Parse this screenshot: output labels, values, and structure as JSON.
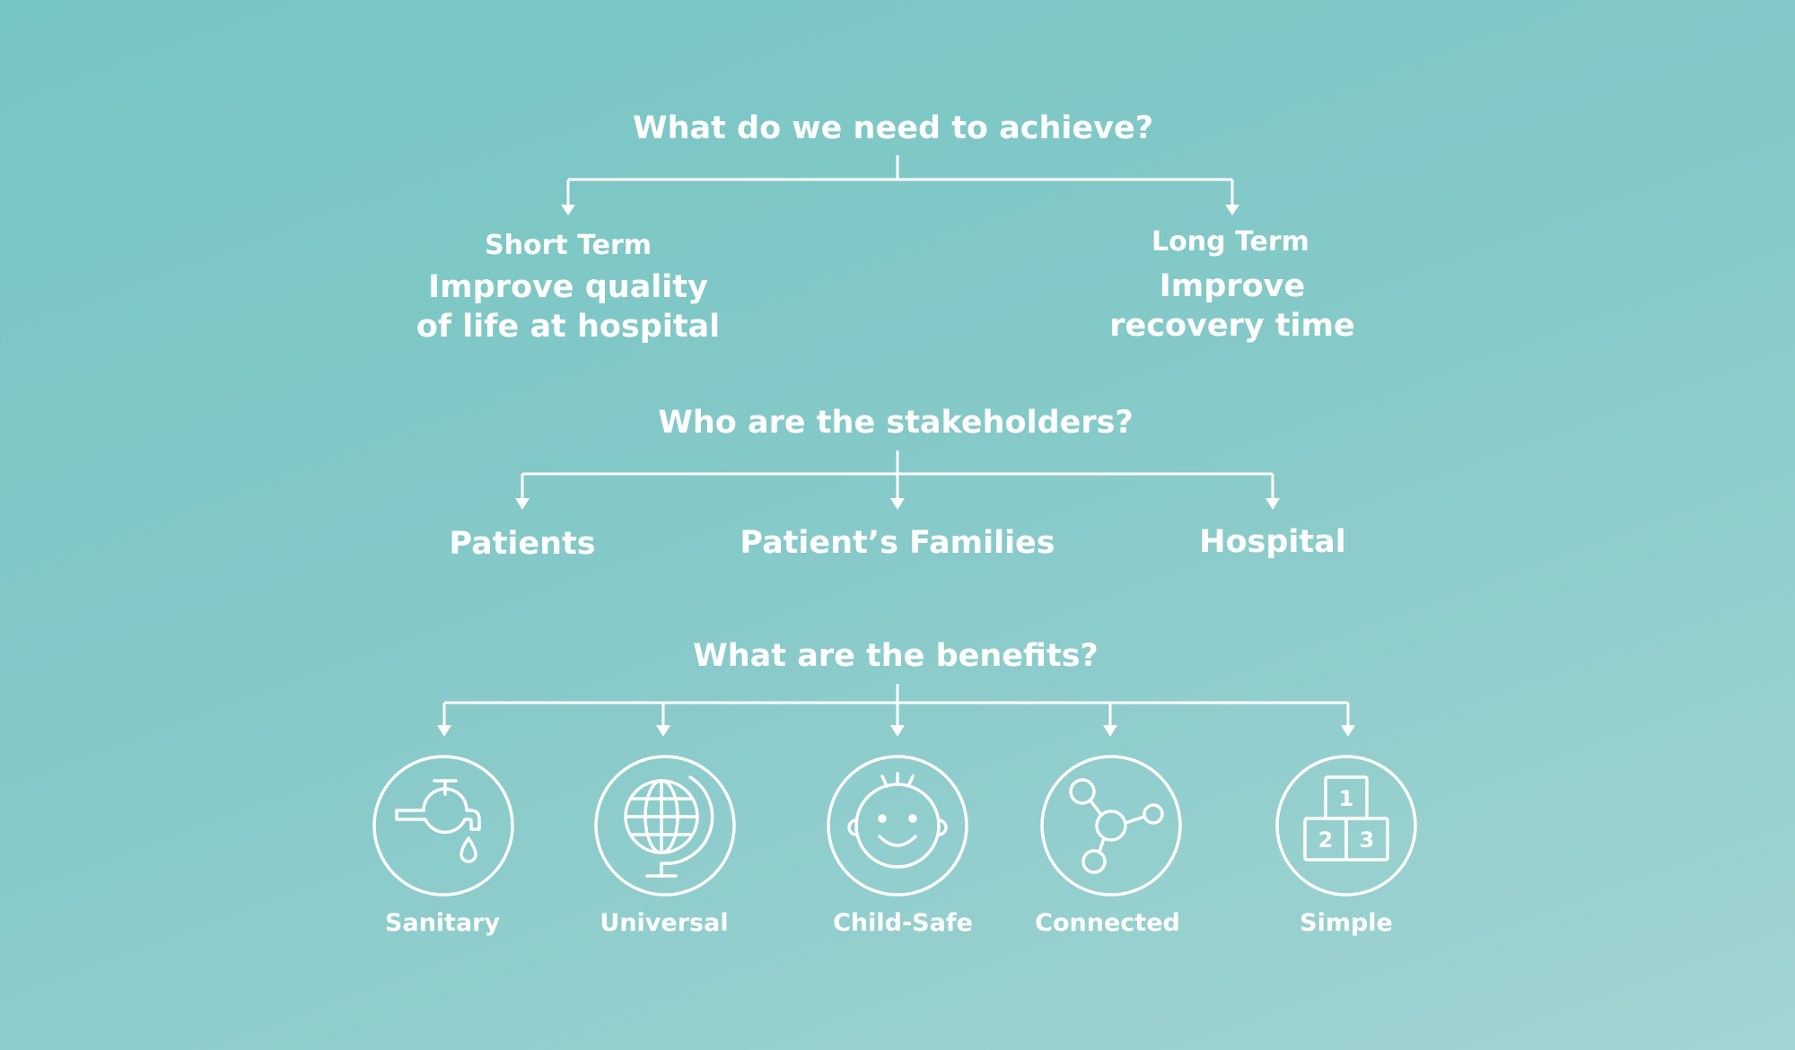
{
  "section1": {
    "question": "What do we need to achieve?",
    "short_term": {
      "label": "Short Term",
      "line1": "Improve quality",
      "line2": "of life at hospital"
    },
    "long_term": {
      "label": "Long Term",
      "line1": "Improve",
      "line2": "recovery time"
    }
  },
  "section2": {
    "question": "Who are the stakeholders?",
    "stakeholders": [
      "Patients",
      "Patient’s Families",
      "Hospital"
    ]
  },
  "section3": {
    "question": "What are the benefits?",
    "benefits": [
      {
        "label": "Sanitary",
        "icon": "faucet-icon"
      },
      {
        "label": "Universal",
        "icon": "globe-icon"
      },
      {
        "label": "Child-Safe",
        "icon": "baby-face-icon"
      },
      {
        "label": "Connected",
        "icon": "network-nodes-icon"
      },
      {
        "label": "Simple",
        "icon": "number-blocks-icon"
      }
    ],
    "blocks": [
      "1",
      "2",
      "3"
    ]
  },
  "colors": {
    "background_top": "#76c6c4",
    "background_bottom": "#a2d4d3",
    "foreground": "#ffffff"
  }
}
